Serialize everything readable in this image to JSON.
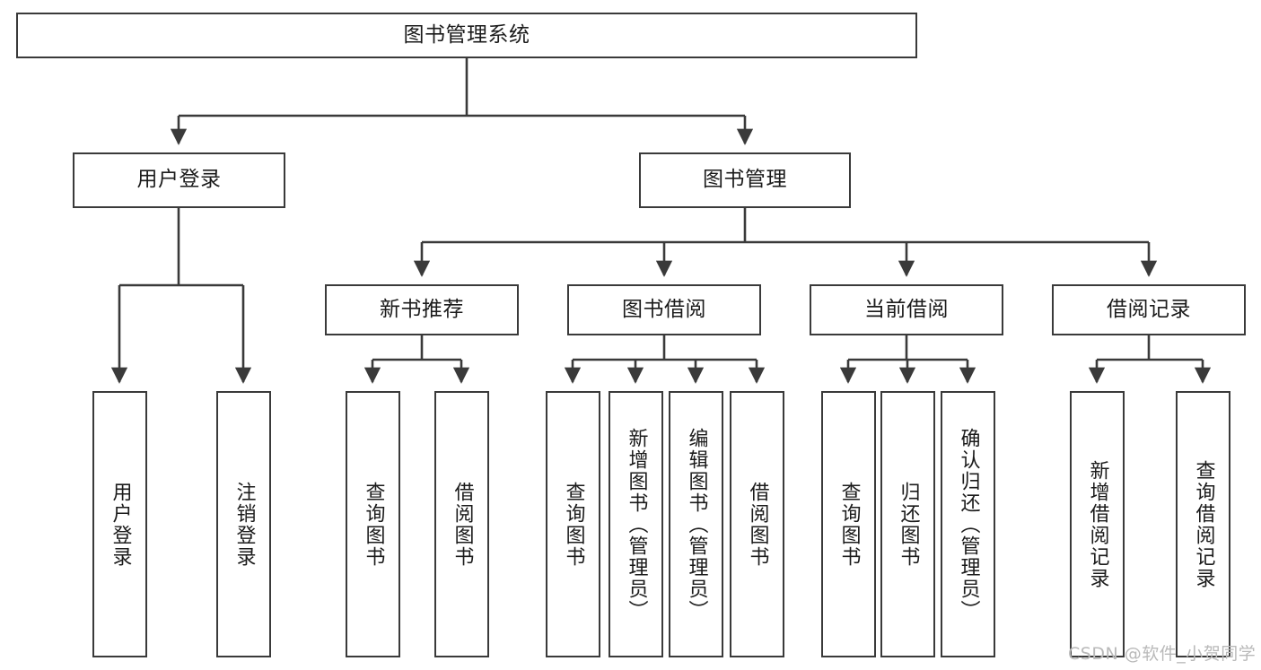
{
  "diagram": {
    "title": "图书管理系统",
    "type": "tree-hierarchy-chart",
    "watermark": "CSDN @软件_小贺同学",
    "colors": {
      "box_border": "#3a3a3a",
      "box_fill": "#ffffff",
      "connector": "#3a3a3a",
      "text": "#1b1b1b",
      "watermark": "#b9b9b9",
      "background": "#ffffff"
    },
    "levels": {
      "root": {
        "label": "图书管理系统"
      },
      "level2": [
        {
          "id": "user-login",
          "label": "用户登录"
        },
        {
          "id": "book-manage",
          "label": "图书管理"
        }
      ],
      "level3": [
        {
          "id": "new-book-recommend",
          "label": "新书推荐",
          "parent": "book-manage"
        },
        {
          "id": "book-borrow",
          "label": "图书借阅",
          "parent": "book-manage"
        },
        {
          "id": "current-borrow",
          "label": "当前借阅",
          "parent": "book-manage"
        },
        {
          "id": "borrow-record",
          "label": "借阅记录",
          "parent": "book-manage"
        }
      ],
      "leaves": [
        {
          "id": "leaf-user-login",
          "label": "用户登录",
          "parent": "user-login"
        },
        {
          "id": "leaf-logout-login",
          "label": "注销登录",
          "parent": "user-login"
        },
        {
          "id": "leaf-query-book-1",
          "label": "查询图书",
          "parent": "new-book-recommend"
        },
        {
          "id": "leaf-borrow-book-1",
          "label": "借阅图书",
          "parent": "new-book-recommend"
        },
        {
          "id": "leaf-query-book-2",
          "label": "查询图书",
          "parent": "book-borrow"
        },
        {
          "id": "leaf-add-book",
          "label": "新增图书（管理员）",
          "parent": "book-borrow"
        },
        {
          "id": "leaf-edit-book",
          "label": "编辑图书（管理员）",
          "parent": "book-borrow"
        },
        {
          "id": "leaf-borrow-book-2",
          "label": "借阅图书",
          "parent": "book-borrow"
        },
        {
          "id": "leaf-query-book-3",
          "label": "查询图书",
          "parent": "current-borrow"
        },
        {
          "id": "leaf-return-book",
          "label": "归还图书",
          "parent": "current-borrow"
        },
        {
          "id": "leaf-confirm-return",
          "label": "确认归还（管理员）",
          "parent": "current-borrow"
        },
        {
          "id": "leaf-add-record",
          "label": "新增借阅记录",
          "parent": "borrow-record"
        },
        {
          "id": "leaf-query-record",
          "label": "查询借阅记录",
          "parent": "borrow-record"
        }
      ]
    }
  }
}
